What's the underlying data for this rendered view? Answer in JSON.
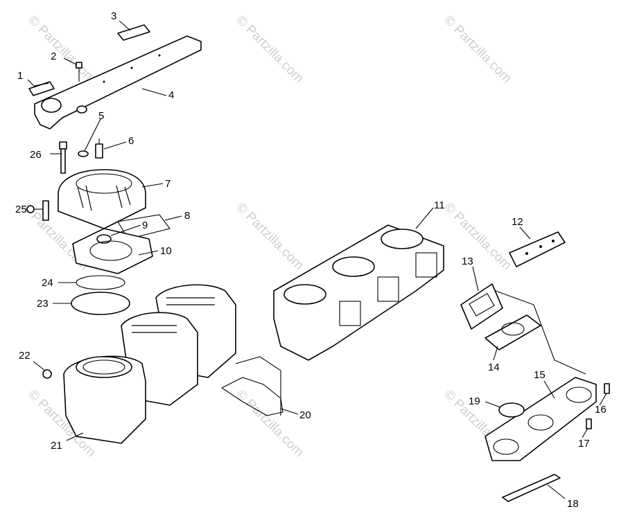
{
  "watermark": {
    "text": "© Partzilla.com"
  },
  "callouts": [
    {
      "id": "1",
      "label": "1"
    },
    {
      "id": "2",
      "label": "2"
    },
    {
      "id": "3",
      "label": "3"
    },
    {
      "id": "4",
      "label": "4"
    },
    {
      "id": "5",
      "label": "5"
    },
    {
      "id": "6",
      "label": "6"
    },
    {
      "id": "7",
      "label": "7"
    },
    {
      "id": "8",
      "label": "8"
    },
    {
      "id": "9",
      "label": "9"
    },
    {
      "id": "10",
      "label": "10"
    },
    {
      "id": "11",
      "label": "11"
    },
    {
      "id": "12",
      "label": "12"
    },
    {
      "id": "13",
      "label": "13"
    },
    {
      "id": "14",
      "label": "14"
    },
    {
      "id": "15",
      "label": "15"
    },
    {
      "id": "16",
      "label": "16"
    },
    {
      "id": "17",
      "label": "17"
    },
    {
      "id": "18",
      "label": "18"
    },
    {
      "id": "19",
      "label": "19"
    },
    {
      "id": "20",
      "label": "20"
    },
    {
      "id": "21",
      "label": "21"
    },
    {
      "id": "22",
      "label": "22"
    },
    {
      "id": "23",
      "label": "23"
    },
    {
      "id": "24",
      "label": "24"
    },
    {
      "id": "25",
      "label": "25"
    },
    {
      "id": "26",
      "label": "26"
    }
  ]
}
